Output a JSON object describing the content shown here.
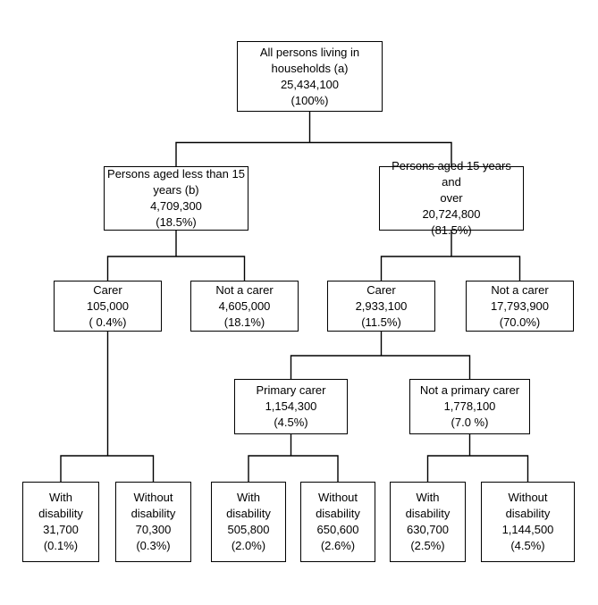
{
  "diagram": {
    "type": "tree-flowchart",
    "background_color": "#ffffff",
    "line_color": "#000000",
    "nodes": {
      "all_persons": {
        "label": "All persons living in\nhouseholds (a)",
        "value": "25,434,100",
        "pct": "(100%)"
      },
      "under_15": {
        "label": "Persons aged less than 15\nyears (b)",
        "value": "4,709,300",
        "pct": "(18.5%)"
      },
      "over_15": {
        "label": "Persons aged 15 years and\nover",
        "value": "20,724,800",
        "pct": "(81.5%)"
      },
      "u15_carer": {
        "label": "Carer",
        "value": "105,000",
        "pct": "( 0.4%)"
      },
      "u15_not_carer": {
        "label": "Not a carer",
        "value": "4,605,000",
        "pct": "(18.1%)"
      },
      "o15_carer": {
        "label": "Carer",
        "value": "2,933,100",
        "pct": "(11.5%)"
      },
      "o15_not_carer": {
        "label": "Not a carer",
        "value": "17,793,900",
        "pct": "(70.0%)"
      },
      "primary_carer": {
        "label": "Primary carer",
        "value": "1,154,300",
        "pct": "(4.5%)"
      },
      "not_primary_carer": {
        "label": "Not a primary carer",
        "value": "1,778,100",
        "pct": "(7.0 %)"
      },
      "u15_with_disability": {
        "label": "With\ndisability",
        "value": "31,700",
        "pct": "(0.1%)"
      },
      "u15_without_disability": {
        "label": "Without\ndisability",
        "value": "70,300",
        "pct": "(0.3%)"
      },
      "pc_with_disability": {
        "label": "With\ndisability",
        "value": "505,800",
        "pct": "(2.0%)"
      },
      "pc_without_disability": {
        "label": "Without\ndisability",
        "value": "650,600",
        "pct": "(2.6%)"
      },
      "npc_with_disability": {
        "label": "With\ndisability",
        "value": "630,700",
        "pct": "(2.5%)"
      },
      "npc_without_disability": {
        "label": "Without\ndisability",
        "value": "1,144,500",
        "pct": "(4.5%)"
      }
    },
    "hierarchy": {
      "all_persons": [
        "under_15",
        "over_15"
      ],
      "under_15": [
        "u15_carer",
        "u15_not_carer"
      ],
      "over_15": [
        "o15_carer",
        "o15_not_carer"
      ],
      "u15_carer": [
        "u15_with_disability",
        "u15_without_disability"
      ],
      "o15_carer": [
        "primary_carer",
        "not_primary_carer"
      ],
      "primary_carer": [
        "pc_with_disability",
        "pc_without_disability"
      ],
      "not_primary_carer": [
        "npc_with_disability",
        "npc_without_disability"
      ]
    }
  }
}
